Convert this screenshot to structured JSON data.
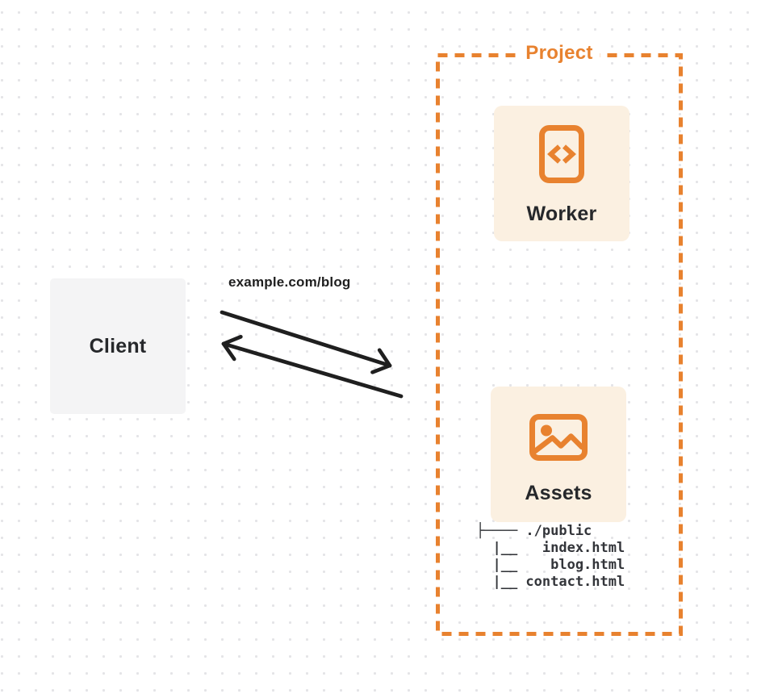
{
  "colors": {
    "accent": "#e8822f",
    "card_bg": "#fbf0e1",
    "client_bg": "#f4f4f5",
    "ink": "#26282b",
    "arrow": "#1f1f1f"
  },
  "client": {
    "label": "Client"
  },
  "request": {
    "url_label": "example.com/blog"
  },
  "project": {
    "label": "Project",
    "worker": {
      "label": "Worker",
      "icon": "code-brackets-icon"
    },
    "assets": {
      "label": "Assets",
      "icon": "image-icon",
      "file_tree": {
        "lines": [
          "├──── ./public",
          "  |__   index.html",
          "  |__    blog.html",
          "  |__ contact.html"
        ]
      }
    }
  }
}
